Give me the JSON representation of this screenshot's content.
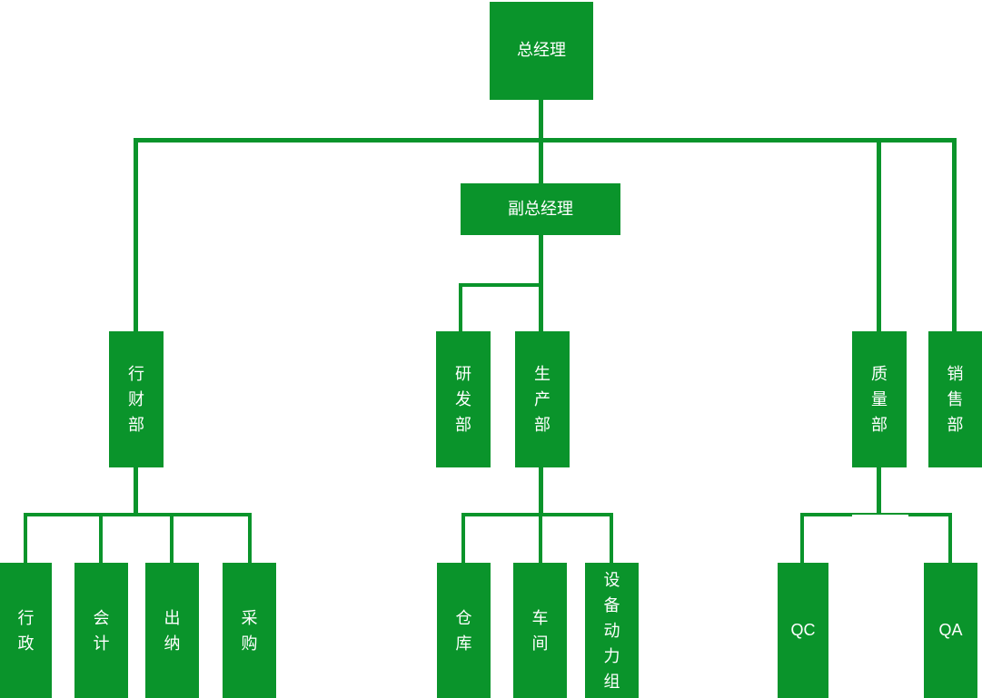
{
  "org_chart": {
    "type": "org-tree",
    "background_color": "#ffffff",
    "node_color": "#0a942b",
    "line_color": "#0a942b",
    "label_color": "#ffffff",
    "nodes": [
      {
        "id": "general-manager",
        "label": "总经理",
        "parent": null
      },
      {
        "id": "deputy-general-manager",
        "label": "副总经理",
        "parent": "general-manager"
      },
      {
        "id": "admin-finance-dept",
        "label": "行财部",
        "parent": "general-manager"
      },
      {
        "id": "rd-dept",
        "label": "研发部",
        "parent": "deputy-general-manager"
      },
      {
        "id": "production-dept",
        "label": "生产部",
        "parent": "deputy-general-manager"
      },
      {
        "id": "quality-dept",
        "label": "质量部",
        "parent": "general-manager"
      },
      {
        "id": "sales-dept",
        "label": "销售部",
        "parent": "general-manager"
      },
      {
        "id": "administration",
        "label": "行政",
        "parent": "admin-finance-dept"
      },
      {
        "id": "accounting",
        "label": "会计",
        "parent": "admin-finance-dept"
      },
      {
        "id": "cashier",
        "label": "出纳",
        "parent": "admin-finance-dept"
      },
      {
        "id": "procurement",
        "label": "采购",
        "parent": "admin-finance-dept"
      },
      {
        "id": "warehouse",
        "label": "仓库",
        "parent": "production-dept"
      },
      {
        "id": "workshop",
        "label": "车间",
        "parent": "production-dept"
      },
      {
        "id": "equipment-power-group",
        "label": "设备动力组",
        "parent": "production-dept"
      },
      {
        "id": "qc",
        "label": "QC",
        "parent": "quality-dept"
      },
      {
        "id": "qa",
        "label": "QA",
        "parent": "quality-dept"
      }
    ]
  }
}
